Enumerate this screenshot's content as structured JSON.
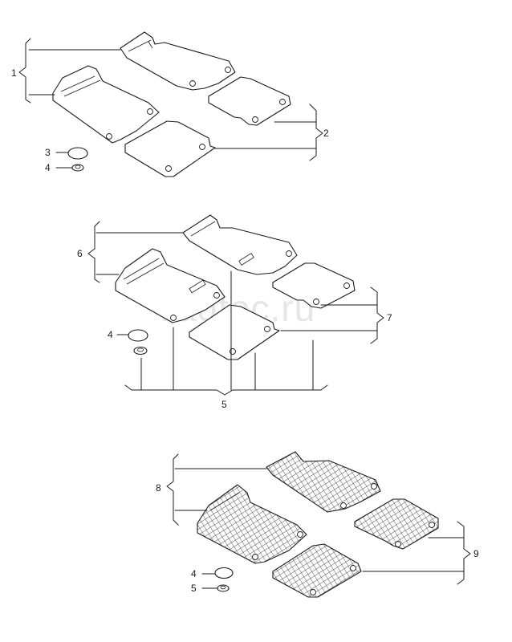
{
  "watermark": "vagtec.ru",
  "callouts": {
    "c1": "1",
    "c2": "2",
    "c3": "3",
    "c4a": "4",
    "c4b": "4",
    "c5": "5",
    "c6": "6",
    "c7": "7",
    "c8": "8",
    "c4c": "4",
    "c5c": "5",
    "c9": "9"
  }
}
